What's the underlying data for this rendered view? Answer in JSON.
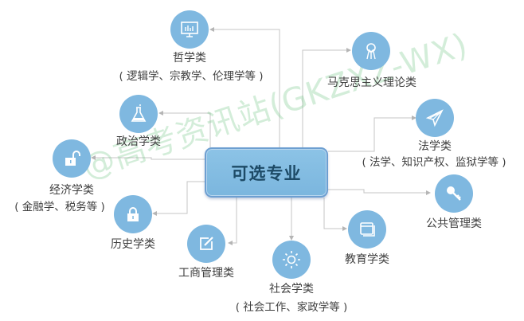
{
  "center": {
    "label": "可选专业"
  },
  "watermark": "@高考资讯站(GKZXZ-WX)",
  "colors": {
    "node_fill": "#7fb8e0",
    "center_fill": "#85bde3",
    "center_border": "#6d9fd1",
    "center_text": "#1d4a66",
    "connector": "#bdbdbd",
    "label_text": "#3f3f3f",
    "watermark": "#8fd0a0"
  },
  "nodes": [
    {
      "id": "philosophy",
      "icon": "monitor-chart-icon",
      "title": "哲学类",
      "subtitle": "( 逻辑学、宗教学、伦理学等 )"
    },
    {
      "id": "marxism",
      "icon": "figure-icon",
      "title": "马克思主义理论类",
      "subtitle": ""
    },
    {
      "id": "politics",
      "icon": "flask-icon",
      "title": "政治学类",
      "subtitle": ""
    },
    {
      "id": "law",
      "icon": "paper-plane-icon",
      "title": "法学类",
      "subtitle": "( 法学、知识产权、监狱学等 )"
    },
    {
      "id": "economics",
      "icon": "unlock-icon",
      "title": "经济学类",
      "subtitle": "( 金融学、税务等 )"
    },
    {
      "id": "public-admin",
      "icon": "key-icon",
      "title": "公共管理类",
      "subtitle": ""
    },
    {
      "id": "history",
      "icon": "lock-icon",
      "title": "历史学类",
      "subtitle": ""
    },
    {
      "id": "business-admin",
      "icon": "edit-icon",
      "title": "工商管理类",
      "subtitle": ""
    },
    {
      "id": "education",
      "icon": "window-icon",
      "title": "教育学类",
      "subtitle": ""
    },
    {
      "id": "sociology",
      "icon": "sun-icon",
      "title": "社会学类",
      "subtitle": "( 社会工作、家政学等 )"
    }
  ]
}
